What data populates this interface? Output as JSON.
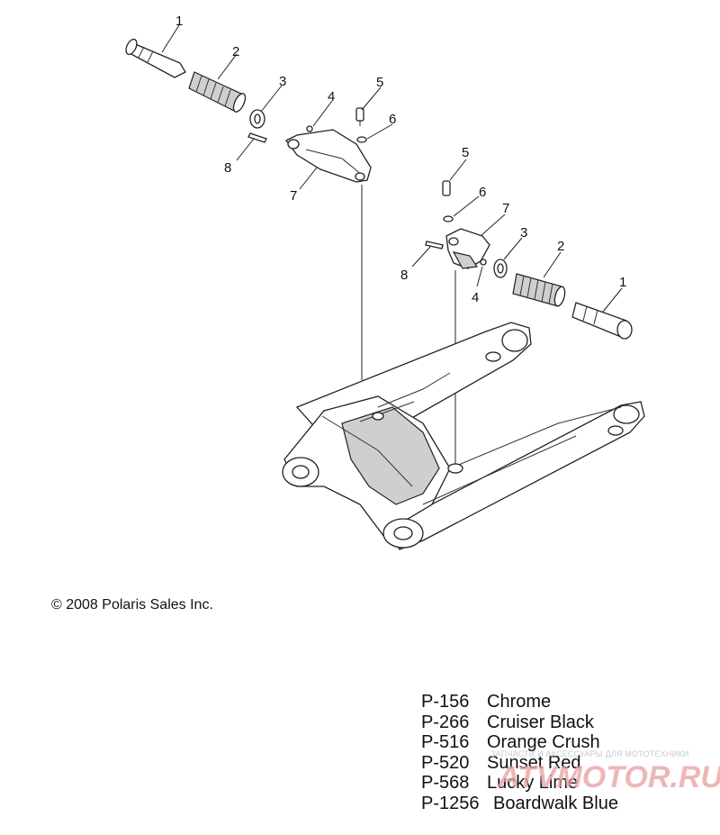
{
  "callouts": [
    {
      "id": "c1a",
      "text": "1"
    },
    {
      "id": "c2a",
      "text": "2"
    },
    {
      "id": "c3a",
      "text": "3"
    },
    {
      "id": "c4a",
      "text": "4"
    },
    {
      "id": "c5a",
      "text": "5"
    },
    {
      "id": "c6a",
      "text": "6"
    },
    {
      "id": "c7a",
      "text": "7"
    },
    {
      "id": "c8a",
      "text": "8"
    },
    {
      "id": "c5b",
      "text": "5"
    },
    {
      "id": "c6b",
      "text": "6"
    },
    {
      "id": "c7b",
      "text": "7"
    },
    {
      "id": "c3b",
      "text": "3"
    },
    {
      "id": "c2b",
      "text": "2"
    },
    {
      "id": "c1b",
      "text": "1"
    },
    {
      "id": "c8b",
      "text": "8"
    },
    {
      "id": "c4b",
      "text": "4"
    }
  ],
  "copyright": "© 2008 Polaris Sales Inc.",
  "legend": [
    {
      "code": "P-156",
      "name": "Chrome"
    },
    {
      "code": "P-266",
      "name": "Cruiser Black"
    },
    {
      "code": "P-516",
      "name": "Orange Crush"
    },
    {
      "code": "P-520",
      "name": "Sunset Red"
    },
    {
      "code": "P-568",
      "name": "Lucky Lime"
    },
    {
      "code": "P-1256",
      "name": "Boardwalk Blue"
    }
  ],
  "watermark": {
    "tagline": "ЗАПЧАСТИ И АКСЕССУАРЫ ДЛЯ МОТОТЕХНИКИ",
    "logo": "ATVMOTOR.RU",
    "color": "#e8a0a0"
  }
}
